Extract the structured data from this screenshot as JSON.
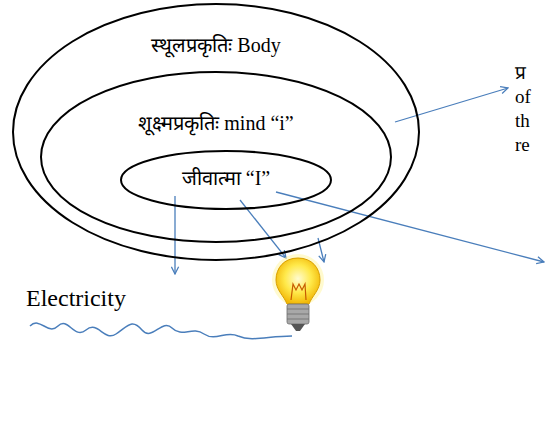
{
  "diagram": {
    "nodes": [
      {
        "text": [
          "स्थूलप्रकृतिः Body"
        ]
      },
      {
        "text": [
          "शूक्ष्मप्रकृतिः mind “i”"
        ],
        "in": 0
      },
      {
        "text": [
          "जीवात्मा “I”"
        ],
        "in": 1
      }
    ],
    "labels": [
      "Electricity",
      "प्र",
      "of",
      "th",
      "re"
    ]
  }
}
